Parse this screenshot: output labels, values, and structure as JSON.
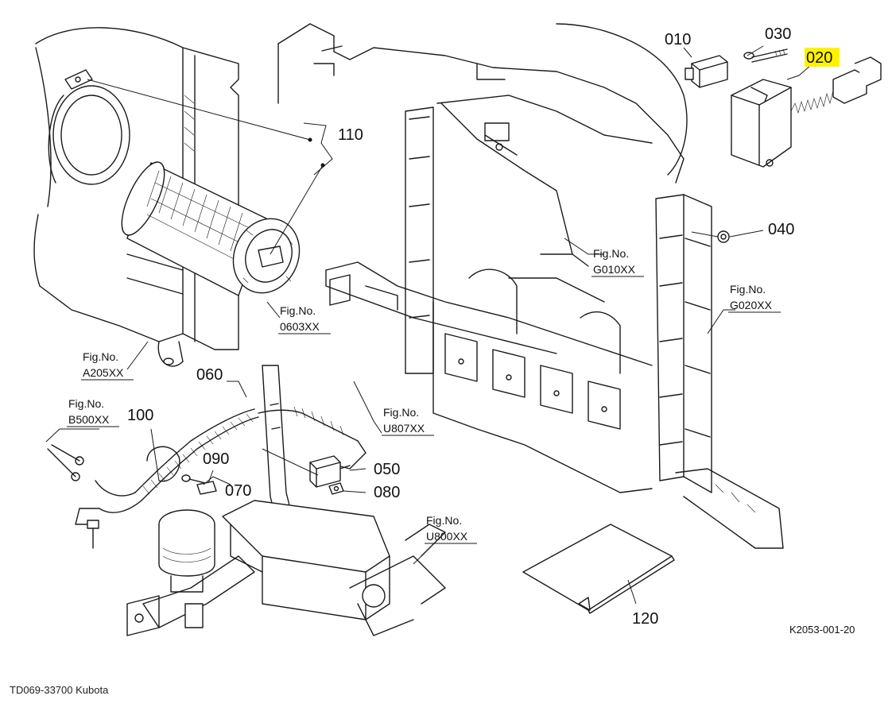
{
  "callouts": {
    "p010": "010",
    "p020": "020",
    "p030": "030",
    "p040": "040",
    "p050": "050",
    "p060": "060",
    "p070": "070",
    "p080": "080",
    "p090": "090",
    "p100": "100",
    "p110": "110",
    "p120": "120"
  },
  "highlight_color": "#fff200",
  "figure_refs": {
    "fig_label": "Fig.No.",
    "a205": "A205XX",
    "b500": "B500XX",
    "f0603": "0603XX",
    "g010": "G010XX",
    "g020": "G020XX",
    "u807": "U807XX",
    "u800": "U800XX"
  },
  "drawing_code": "K2053-001-20",
  "footer_caption": "TD069-33700 Kubota"
}
